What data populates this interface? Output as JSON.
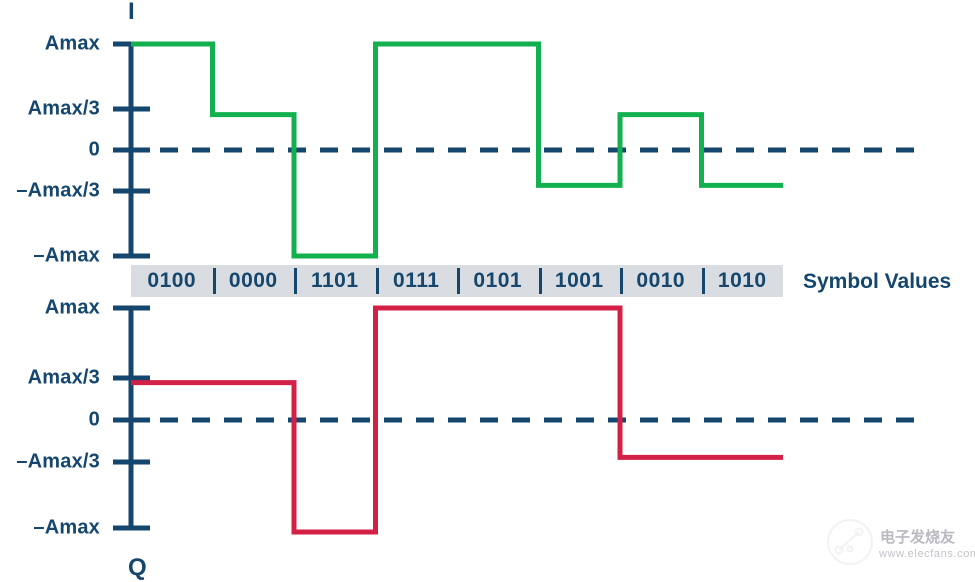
{
  "chart_data": {
    "type": "line",
    "title": "",
    "subtitle": "",
    "xlabel": "",
    "ylabel": "",
    "grid": false,
    "legend_position": "none",
    "level_labels": [
      "Amax",
      "Amax/3",
      "0",
      "-Amax/3",
      "-Amax"
    ],
    "levels": [
      1,
      0.3333,
      0,
      -0.3333,
      -1
    ],
    "ylim": [
      -1,
      1
    ],
    "categories": [
      "0100",
      "0000",
      "1101",
      "0111",
      "0101",
      "1001",
      "0010",
      "1010"
    ],
    "series": [
      {
        "name": "I",
        "color": "#12b04e",
        "values": [
          1,
          0.3333,
          -1,
          1,
          1,
          -0.3333,
          0.3333,
          -0.3333
        ]
      },
      {
        "name": "Q",
        "color": "#d32047",
        "values": [
          0.3333,
          0.3333,
          -1,
          1,
          1,
          1,
          -0.3333,
          -0.3333
        ]
      }
    ],
    "zero_line": "dashed"
  },
  "axes": {
    "i": {
      "channel_label": "I",
      "ticks": [
        {
          "label": "Amax",
          "value": 1
        },
        {
          "label": "Amax/3",
          "value": 0.3333
        },
        {
          "label": "0",
          "value": 0
        },
        {
          "label": "–Amax/3",
          "value": -0.3333
        },
        {
          "label": "–Amax",
          "value": -1
        }
      ]
    },
    "q": {
      "channel_label": "Q",
      "ticks": [
        {
          "label": "Amax",
          "value": 1
        },
        {
          "label": "Amax/3",
          "value": 0.3333
        },
        {
          "label": "0",
          "value": 0
        },
        {
          "label": "–Amax/3",
          "value": -0.3333
        },
        {
          "label": "–Amax",
          "value": -1
        }
      ]
    }
  },
  "symbol_band": {
    "label": "Symbol Values",
    "symbols": [
      "0100",
      "0000",
      "1101",
      "0111",
      "0101",
      "1001",
      "0010",
      "1010"
    ]
  },
  "colors": {
    "i_trace": "#12b04e",
    "q_trace": "#d32047",
    "axis": "#14466e",
    "text": "#14466e",
    "band_background": "#d9dce0",
    "background": "#ffffff"
  },
  "watermark": {
    "text": "电子发烧友",
    "url": "www.elecfans.com"
  }
}
